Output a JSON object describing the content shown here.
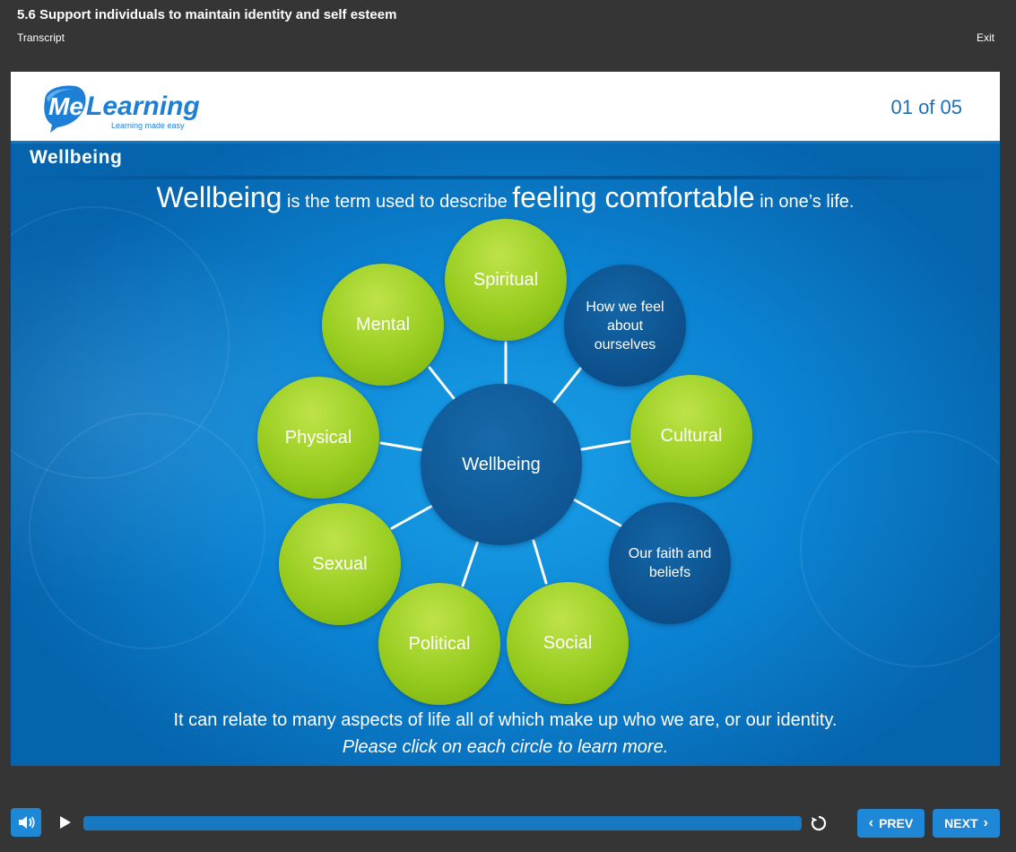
{
  "topbar": {
    "course_title": "5.6 Support individuals to maintain identity and self esteem",
    "transcript_label": "Transcript",
    "exit_label": "Exit"
  },
  "header": {
    "logo_me": "Me",
    "logo_learning": "Learning",
    "logo_tagline": "Learning made easy",
    "page_counter": "01 of 05"
  },
  "slide": {
    "section_title": "Wellbeing",
    "intro": {
      "part1": "Wellbeing",
      "part2": " is the term used to describe ",
      "part3": "feeling comfortable",
      "part4": " in one’s life."
    },
    "center_label": "Wellbeing",
    "circles": {
      "spiritual": "Spiritual",
      "feel_about_ourselves": "How we feel about ourselves",
      "cultural": "Cultural",
      "faith_beliefs": "Our faith and beliefs",
      "social": "Social",
      "political": "Political",
      "sexual": "Sexual",
      "physical": "Physical",
      "mental": "Mental"
    },
    "closing_text": "It can relate to many aspects of life all of which make up who we are, or our identity.",
    "instruction_text": "Please click on each circle to learn more."
  },
  "controls": {
    "prev_label": "PREV",
    "next_label": "NEXT",
    "progress_fraction": 1.0
  },
  "colors": {
    "page_bg": "#353535",
    "accent_blue": "#1f88d6",
    "green_circle": "#97cc1f",
    "dark_circle": "#0c4f8a"
  }
}
